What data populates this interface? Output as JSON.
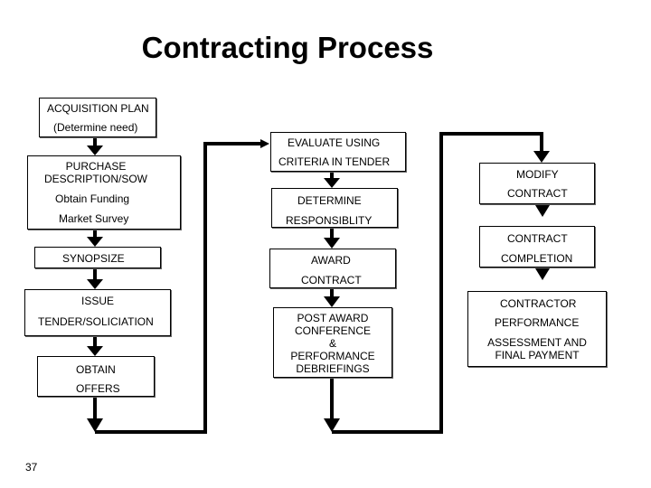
{
  "title": "Contracting Process",
  "page_number": "37",
  "col1": {
    "acq_line1": "ACQUISITION PLAN",
    "acq_line2": "(Determine need)",
    "pd_line1": "PURCHASE",
    "pd_line2": "DESCRIPTION/SOW",
    "obtain_funding": "Obtain Funding",
    "market_survey": "Market Survey",
    "synopsize": "SYNOPSIZE",
    "issue": "ISSUE",
    "tender_soliciation": "TENDER/SOLICIATION",
    "obtain": "OBTAIN",
    "offers": "OFFERS"
  },
  "col2": {
    "evaluate_line1": "EVALUATE USING",
    "evaluate_line2": "CRITERIA IN TENDER",
    "determine_line1": "DETERMINE",
    "determine_line2": "RESPONSIBLITY",
    "award_line1": "AWARD",
    "award_line2": "CONTRACT",
    "post_award_line1": "POST AWARD",
    "post_award_line2": "CONFERENCE",
    "post_award_line3": "&",
    "post_award_line4": "PERFORMANCE",
    "post_award_line5": "DEBRIEFINGS"
  },
  "col3": {
    "modify_line1": "MODIFY",
    "modify_line2": "CONTRACT",
    "completion_line1": "CONTRACT",
    "completion_line2": "COMPLETION",
    "perf_line1": "CONTRACTOR",
    "perf_line2": "PERFORMANCE",
    "perf_line3": "ASSESSMENT AND",
    "perf_line4": "FINAL PAYMENT"
  }
}
